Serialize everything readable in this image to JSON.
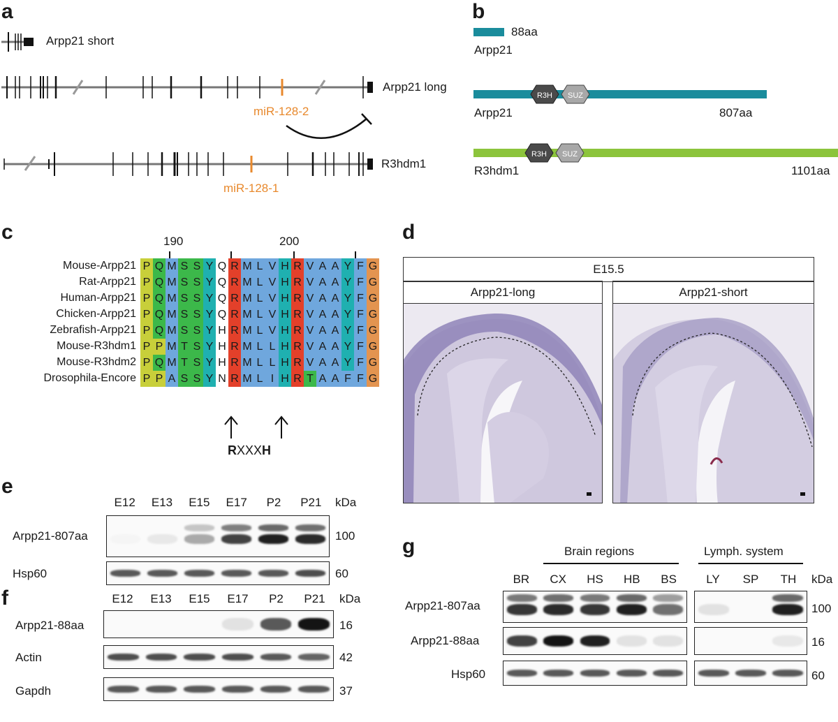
{
  "panels": [
    "a",
    "b",
    "c",
    "d",
    "e",
    "f",
    "g"
  ],
  "panel_a": {
    "genes": [
      "Arpp21 short",
      "Arpp21 long",
      "R3hdm1"
    ],
    "mirs": [
      "miR-128-2",
      "miR-128-1"
    ]
  },
  "panel_b": {
    "proteins": [
      {
        "name": "Arpp21",
        "length": "88aa"
      },
      {
        "name": "Arpp21",
        "length": "807aa"
      },
      {
        "name": "R3hdm1",
        "length": "1101aa"
      }
    ],
    "domains": [
      "R3H",
      "SUZ"
    ],
    "colors": {
      "arpp21": "#1a8c9c",
      "r3hdm1": "#8cc43c"
    }
  },
  "panel_c": {
    "ticks": [
      "190",
      "200"
    ],
    "species": [
      "Mouse-Arpp21",
      "Rat-Arpp21",
      "Human-Arpp21",
      "Chicken-Arpp21",
      "Zebrafish-Arpp21",
      "Mouse-R3hdm1",
      "Mouse-R3hdm2",
      "Drosophila-Encore"
    ],
    "sequences": [
      "PQMSSYQRMLVHRVAAYFG",
      "PQMSSYQRMLVHRVAAYFG",
      "PQMSSYQRMLVHRVAAYFG",
      "PQMSSYQRMLVHRVAAYFG",
      "PQMSSYHRMLVHRVAAYFG",
      "PPMTSYHRMLLHRVAAYFG",
      "PQMTSYHRMLLHRVAAYFG",
      "PPASSYNRMLIHRTAAFFG"
    ],
    "motif": {
      "r": "R",
      "xxx": "XXX",
      "h": "H"
    }
  },
  "panel_d": {
    "stage": "E15.5",
    "conditions": [
      "Arpp21-long",
      "Arpp21-short"
    ]
  },
  "panel_e": {
    "lanes": [
      "E12",
      "E13",
      "E15",
      "E17",
      "P2",
      "P21"
    ],
    "unit": "kDa",
    "rows": [
      {
        "label": "Arpp21-807aa",
        "kda": "100",
        "intensity": [
          0.02,
          0.08,
          0.35,
          0.8,
          0.95,
          0.9
        ]
      },
      {
        "label": "Hsp60",
        "kda": "60",
        "intensity": [
          0.7,
          0.7,
          0.7,
          0.7,
          0.7,
          0.75
        ]
      }
    ]
  },
  "panel_f": {
    "lanes": [
      "E12",
      "E13",
      "E15",
      "E17",
      "P2",
      "P21"
    ],
    "unit": "kDa",
    "rows": [
      {
        "label": "Arpp21-88aa",
        "kda": "16",
        "intensity": [
          0.0,
          0.0,
          0.0,
          0.1,
          0.7,
          1.0
        ]
      },
      {
        "label": "Actin",
        "kda": "42",
        "intensity": [
          0.75,
          0.75,
          0.75,
          0.75,
          0.7,
          0.65
        ]
      },
      {
        "label": "Gapdh",
        "kda": "37",
        "intensity": [
          0.7,
          0.7,
          0.7,
          0.7,
          0.7,
          0.7
        ]
      }
    ]
  },
  "panel_g": {
    "group_titles": [
      "Brain regions",
      "Lymph. system"
    ],
    "lanes_brain": [
      "BR",
      "CX",
      "HS",
      "HB",
      "BS"
    ],
    "lanes_lymph": [
      "LY",
      "SP",
      "TH"
    ],
    "unit": "kDa",
    "rows": [
      {
        "label": "Arpp21-807aa",
        "kda": "100",
        "brain": [
          0.85,
          0.9,
          0.85,
          0.95,
          0.6
        ],
        "lymph": [
          0.1,
          0.0,
          0.95
        ]
      },
      {
        "label": "Arpp21-88aa",
        "kda": "16",
        "brain": [
          0.8,
          1.0,
          0.95,
          0.1,
          0.1
        ],
        "lymph": [
          0.0,
          0.0,
          0.08
        ]
      },
      {
        "label": "Hsp60",
        "kda": "60",
        "brain": [
          0.7,
          0.7,
          0.7,
          0.7,
          0.7
        ],
        "lymph": [
          0.7,
          0.7,
          0.7
        ]
      }
    ]
  }
}
